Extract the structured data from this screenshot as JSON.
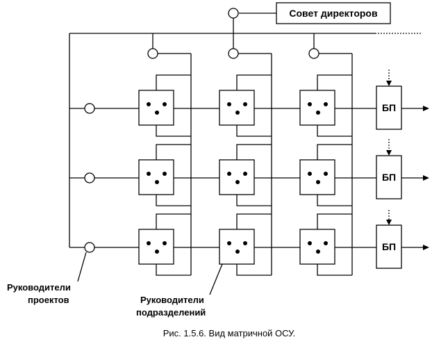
{
  "diagram": {
    "board_label": "Совет директоров",
    "bp_label": "БП",
    "project_managers_line1": "Руководители",
    "project_managers_line2": "проектов",
    "dept_managers_line1": "Руководители",
    "dept_managers_line2": "подразделений",
    "caption": "Рис. 1.5.6.  Вид матричной ОСУ.",
    "rows": 3,
    "columns": 3
  }
}
